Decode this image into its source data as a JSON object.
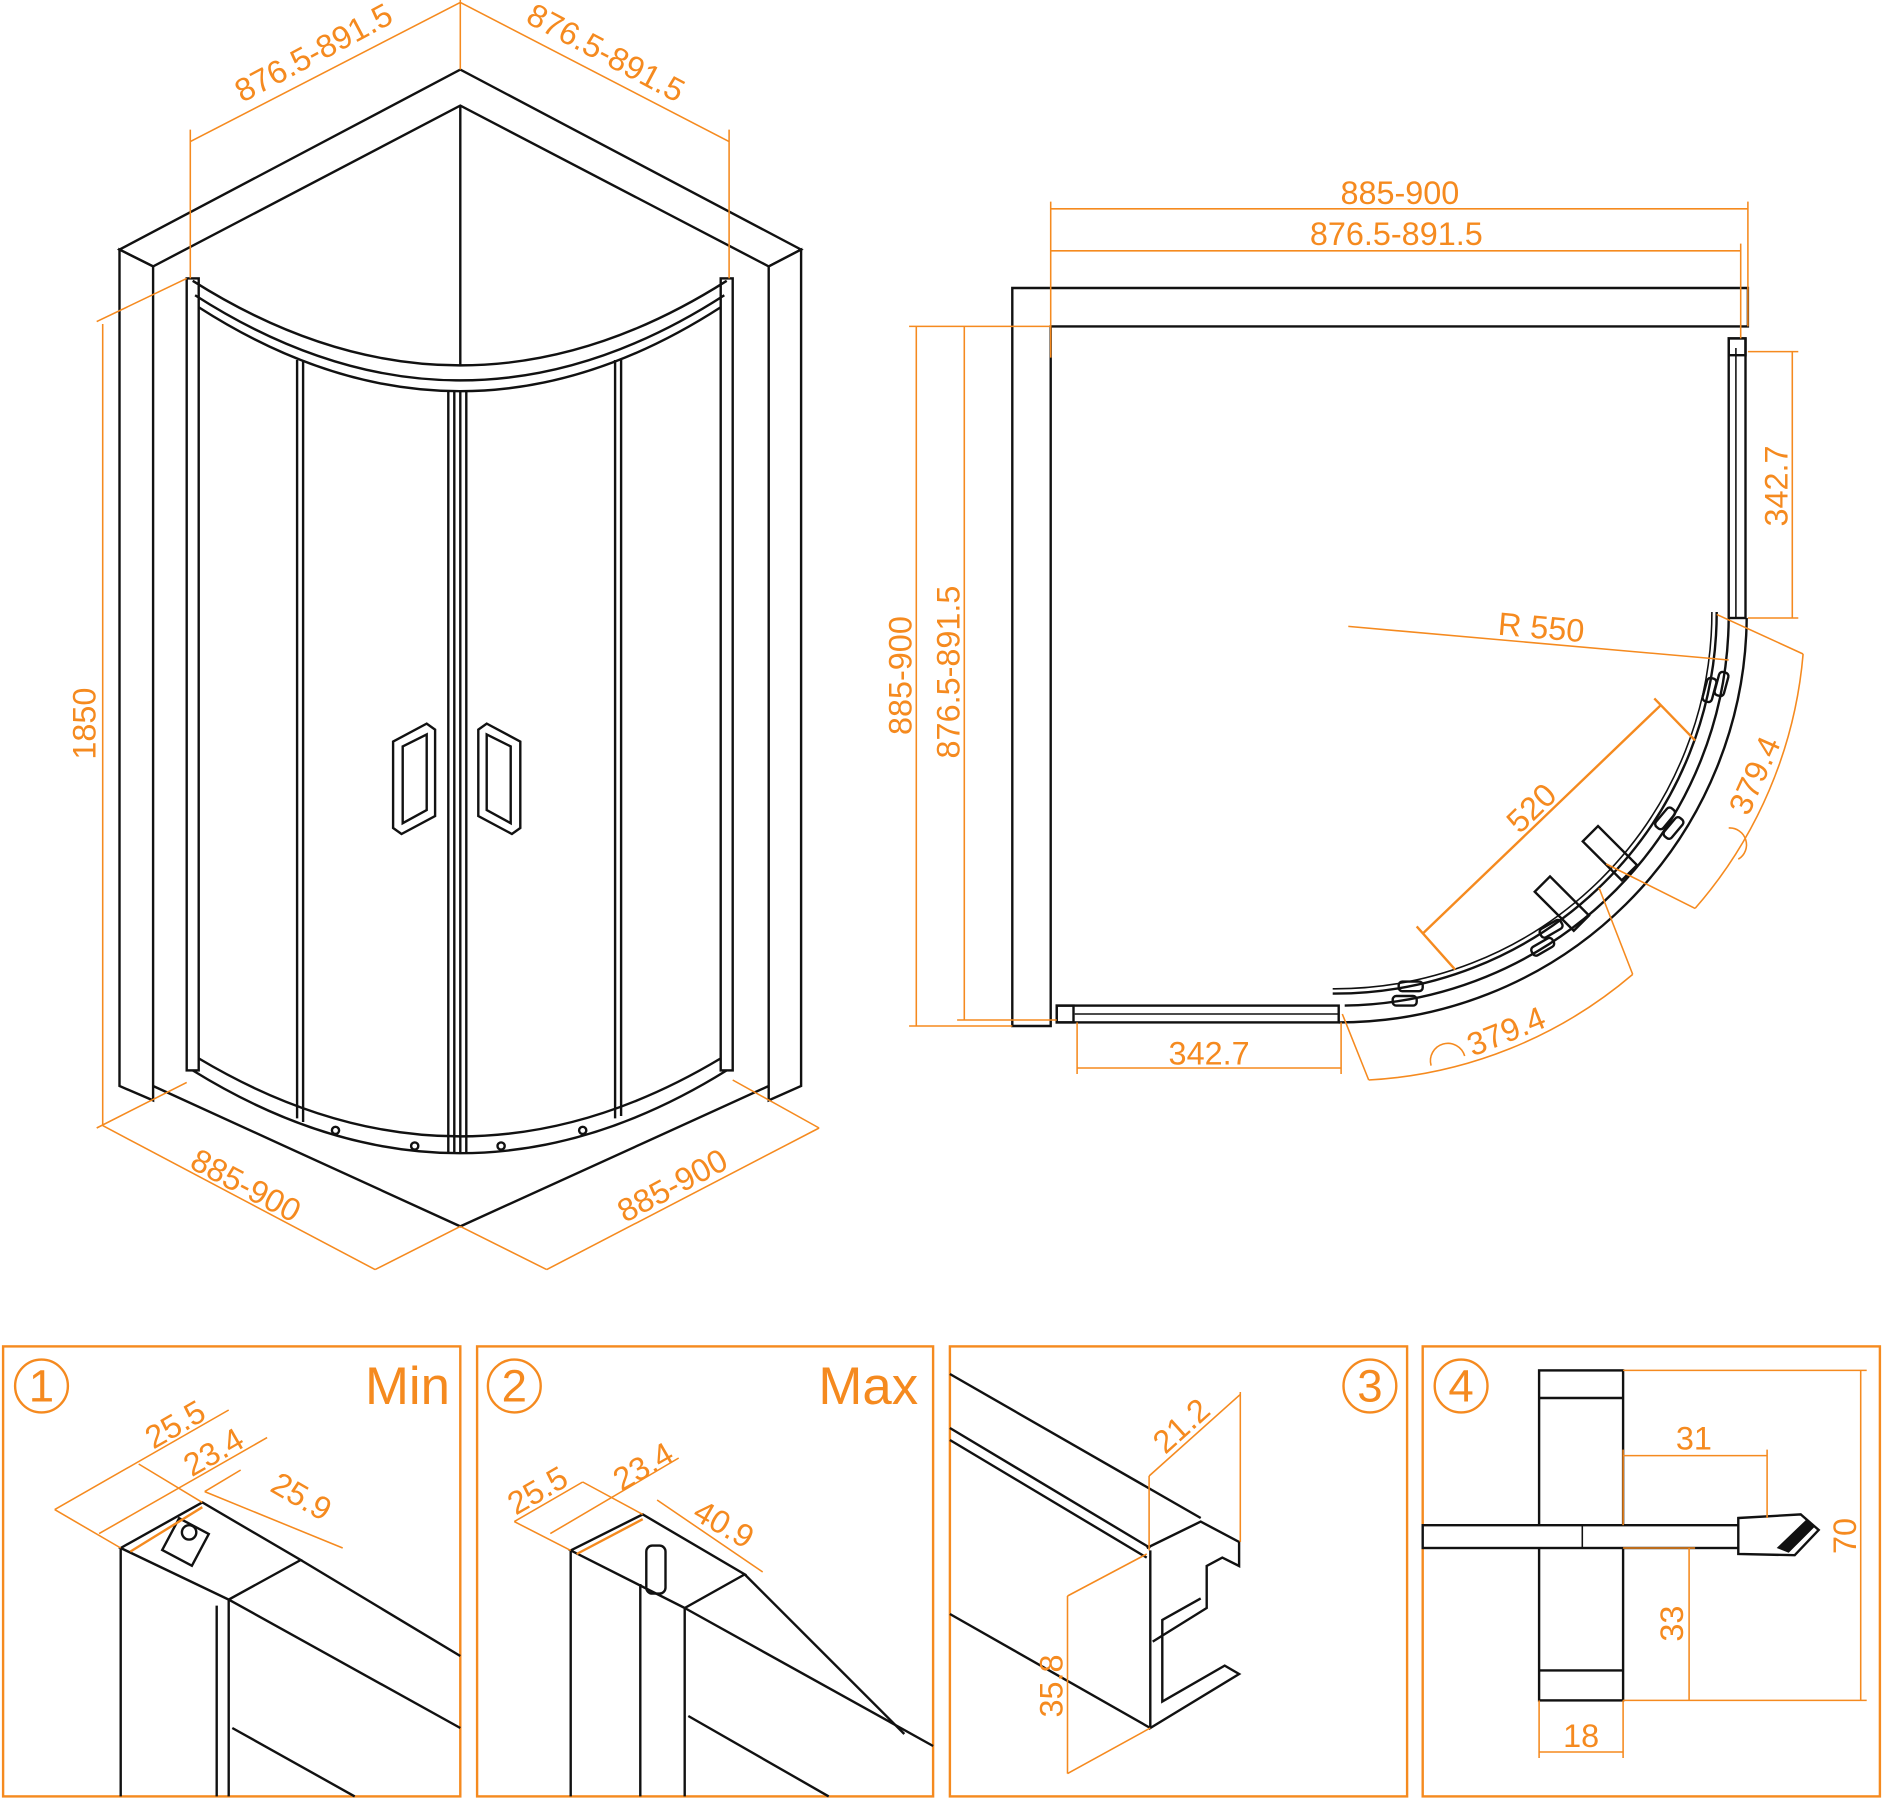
{
  "iso_view": {
    "top_left_dim": "876.5-891.5",
    "top_right_dim": "876.5-891.5",
    "height_dim": "1850",
    "bottom_left_dim": "885-900",
    "bottom_right_dim": "885-900"
  },
  "plan_view": {
    "outer_width_dim": "885-900",
    "inner_width_dim": "876.5-891.5",
    "outer_depth_dim": "885-900",
    "inner_depth_dim": "876.5-891.5",
    "right_fixed_dim": "342.7",
    "bottom_fixed_dim": "342.7",
    "radius_dim": "R 550",
    "door_opening_dim": "520",
    "right_arc_dim": "379.4",
    "bottom_arc_dim": "379.4"
  },
  "details": [
    {
      "number": "1",
      "label": "Min",
      "dims": [
        "25.5",
        "23.4",
        "25.9"
      ]
    },
    {
      "number": "2",
      "label": "Max",
      "dims": [
        "25.5",
        "23.4",
        "40.9"
      ]
    },
    {
      "number": "3",
      "dims": [
        "21.2",
        "35.8"
      ]
    },
    {
      "number": "4",
      "dims": [
        "31",
        "70",
        "33",
        "18"
      ]
    }
  ],
  "colors": {
    "dimension": "#f58a1f",
    "line": "#111111"
  }
}
